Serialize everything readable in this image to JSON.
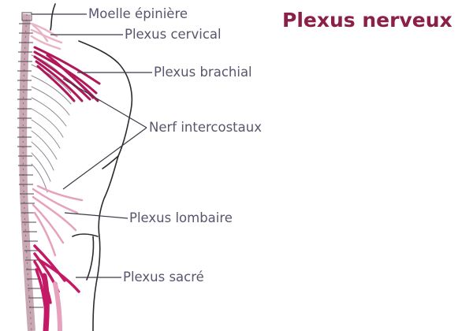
{
  "title": "Plexus nerveux",
  "labels": {
    "moelle": "Moelle épinière",
    "cervical": "Plexus cervical",
    "brachial": "Plexus brachial",
    "intercostaux": "Nerf intercostaux",
    "lombaire": "Plexus lombaire",
    "sacre": "Plexus sacré"
  },
  "colors": {
    "title": "#8a2048",
    "label": "#5a546c",
    "leader": "#3a3a48",
    "brachial": "#b0185a",
    "sacral": "#c41a66",
    "lumbar": "#e6a2bc",
    "cervical": "#e8b4c6"
  }
}
